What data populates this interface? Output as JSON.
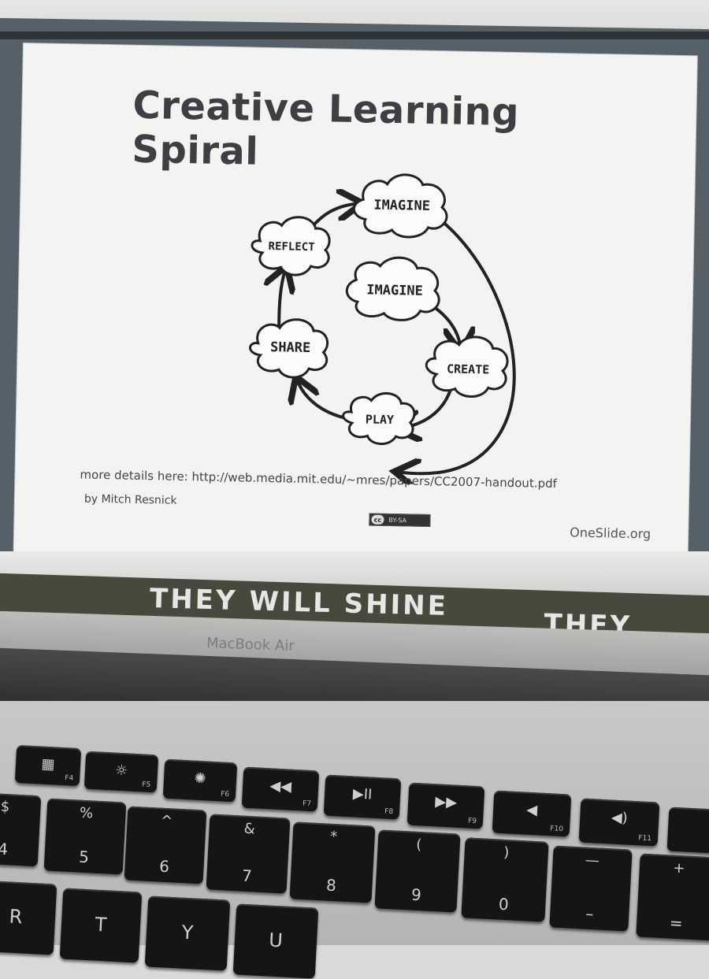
{
  "slide": {
    "title": "Creative Learning Spiral",
    "diagram_labels": {
      "imagine_outer": "IMAGINE",
      "reflect": "REFLECT",
      "imagine_inner": "IMAGINE",
      "create": "CREATE",
      "play": "PLAY",
      "share": "SHARE"
    },
    "details": "more details here: http://web.media.mit.edu/~mres/papers/CC2007-handout.pdf",
    "author": "by Mitch Resnick",
    "license_cc": "cc",
    "license_text": "BY-SA",
    "site": "OneSlide.org"
  },
  "laptop": {
    "brand": "MacBook Air",
    "dock_text_1": "THEY WILL SHINE",
    "dock_text_2": "THEY WILL S"
  },
  "keyboard": {
    "function_row": [
      {
        "glyph": "▦",
        "label": "F4"
      },
      {
        "glyph": "☼",
        "label": "F5"
      },
      {
        "glyph": "✺",
        "label": "F6"
      },
      {
        "glyph": "◀◀",
        "label": "F7"
      },
      {
        "glyph": "▶II",
        "label": "F8"
      },
      {
        "glyph": "▶▶",
        "label": "F9"
      },
      {
        "glyph": "◀",
        "label": "F10"
      },
      {
        "glyph": "◀)",
        "label": "F11"
      }
    ],
    "number_row": [
      {
        "top": "$",
        "bottom": "4"
      },
      {
        "top": "%",
        "bottom": "5"
      },
      {
        "top": "^",
        "bottom": "6"
      },
      {
        "top": "&",
        "bottom": "7"
      },
      {
        "top": "*",
        "bottom": "8"
      },
      {
        "top": "(",
        "bottom": "9"
      },
      {
        "top": ")",
        "bottom": "0"
      },
      {
        "top": "—",
        "bottom": "–"
      },
      {
        "top": "+",
        "bottom": "="
      }
    ],
    "letter_row": [
      "R",
      "T",
      "Y",
      "U"
    ]
  },
  "colors": {
    "slide_bg": "#f3f3f1",
    "title": "#3e3f44",
    "screen_border": "#556068",
    "key": "#151515"
  }
}
